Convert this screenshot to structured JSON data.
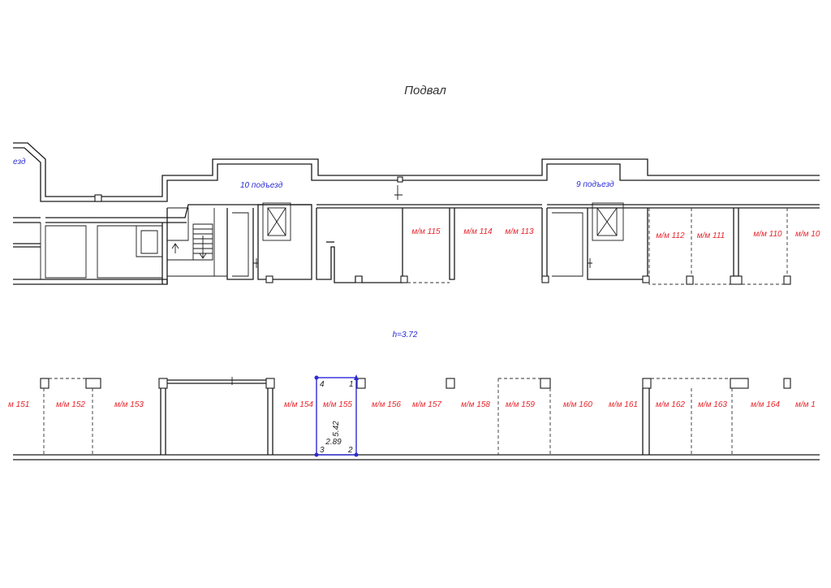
{
  "title": "Подвал",
  "label_color": "#e8242b",
  "accent_color": "#2b2bd6",
  "entrances": [
    {
      "label": "10 подъезд"
    },
    {
      "label": "9 подъезд"
    },
    {
      "label": "езд"
    }
  ],
  "height_label": "h=3.72",
  "top_spaces": [
    {
      "label": "м/м 115"
    },
    {
      "label": "м/м 114"
    },
    {
      "label": "м/м 113"
    },
    {
      "label": "м/м 112"
    },
    {
      "label": "м/м 111"
    },
    {
      "label": "м/м 110"
    },
    {
      "label": "м/м 10"
    }
  ],
  "bottom_spaces": [
    {
      "label": "м 151"
    },
    {
      "label": "м/м 152"
    },
    {
      "label": "м/м 153"
    },
    {
      "label": "м/м 154"
    },
    {
      "label": "м/м 155"
    },
    {
      "label": "м/м 156"
    },
    {
      "label": "м/м 157"
    },
    {
      "label": "м/м 158"
    },
    {
      "label": "м/м 159"
    },
    {
      "label": "м/м 160"
    },
    {
      "label": "м/м 161"
    },
    {
      "label": "м/м 162"
    },
    {
      "label": "м/м 163"
    },
    {
      "label": "м/м 164"
    },
    {
      "label": "м/м 1"
    }
  ],
  "selection": {
    "width_label": "2.89",
    "length_label": "5.42",
    "vertices": [
      "1",
      "2",
      "3",
      "4"
    ]
  }
}
